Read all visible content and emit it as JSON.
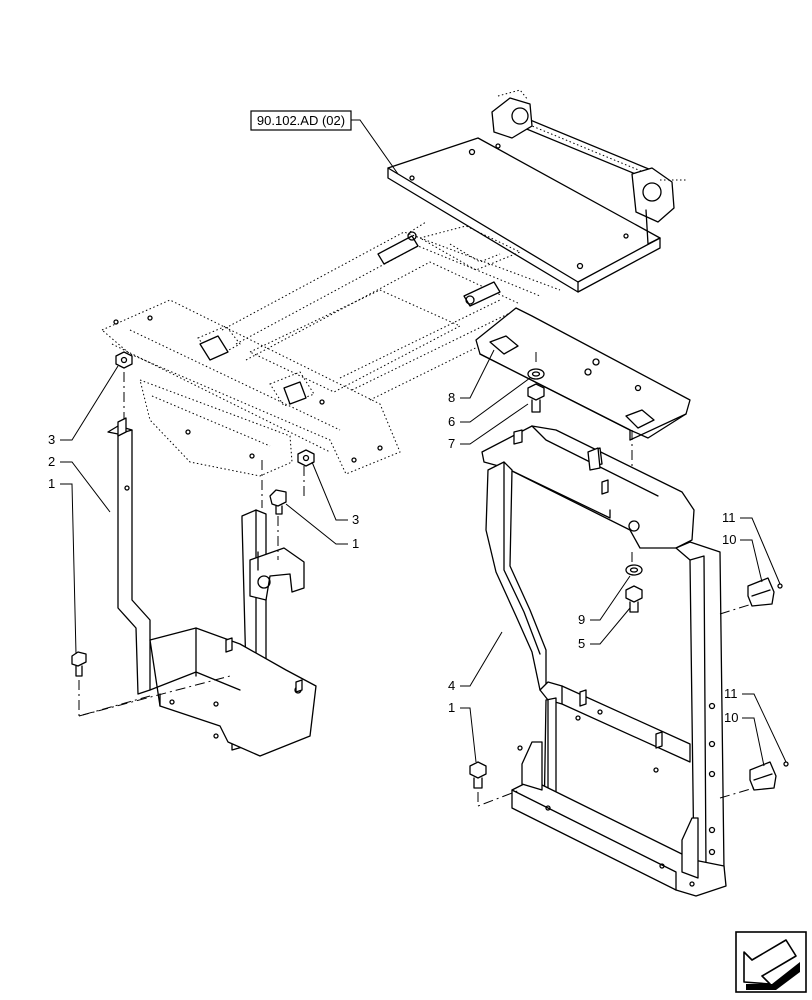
{
  "reference_label": "90.102.AD (02)",
  "callouts": [
    {
      "id": "callout-3-left",
      "text": "3"
    },
    {
      "id": "callout-2",
      "text": "2"
    },
    {
      "id": "callout-1-left",
      "text": "1"
    },
    {
      "id": "callout-3-mid",
      "text": "3"
    },
    {
      "id": "callout-1-mid",
      "text": "1"
    },
    {
      "id": "callout-8",
      "text": "8"
    },
    {
      "id": "callout-6",
      "text": "6"
    },
    {
      "id": "callout-7",
      "text": "7"
    },
    {
      "id": "callout-9",
      "text": "9"
    },
    {
      "id": "callout-5",
      "text": "5"
    },
    {
      "id": "callout-4",
      "text": "4"
    },
    {
      "id": "callout-1-right",
      "text": "1"
    },
    {
      "id": "callout-11-top",
      "text": "11"
    },
    {
      "id": "callout-10-top",
      "text": "10"
    },
    {
      "id": "callout-11-bottom",
      "text": "11"
    },
    {
      "id": "callout-10-bottom",
      "text": "10"
    }
  ],
  "nav_icon": "previous-page-arrow-icon"
}
